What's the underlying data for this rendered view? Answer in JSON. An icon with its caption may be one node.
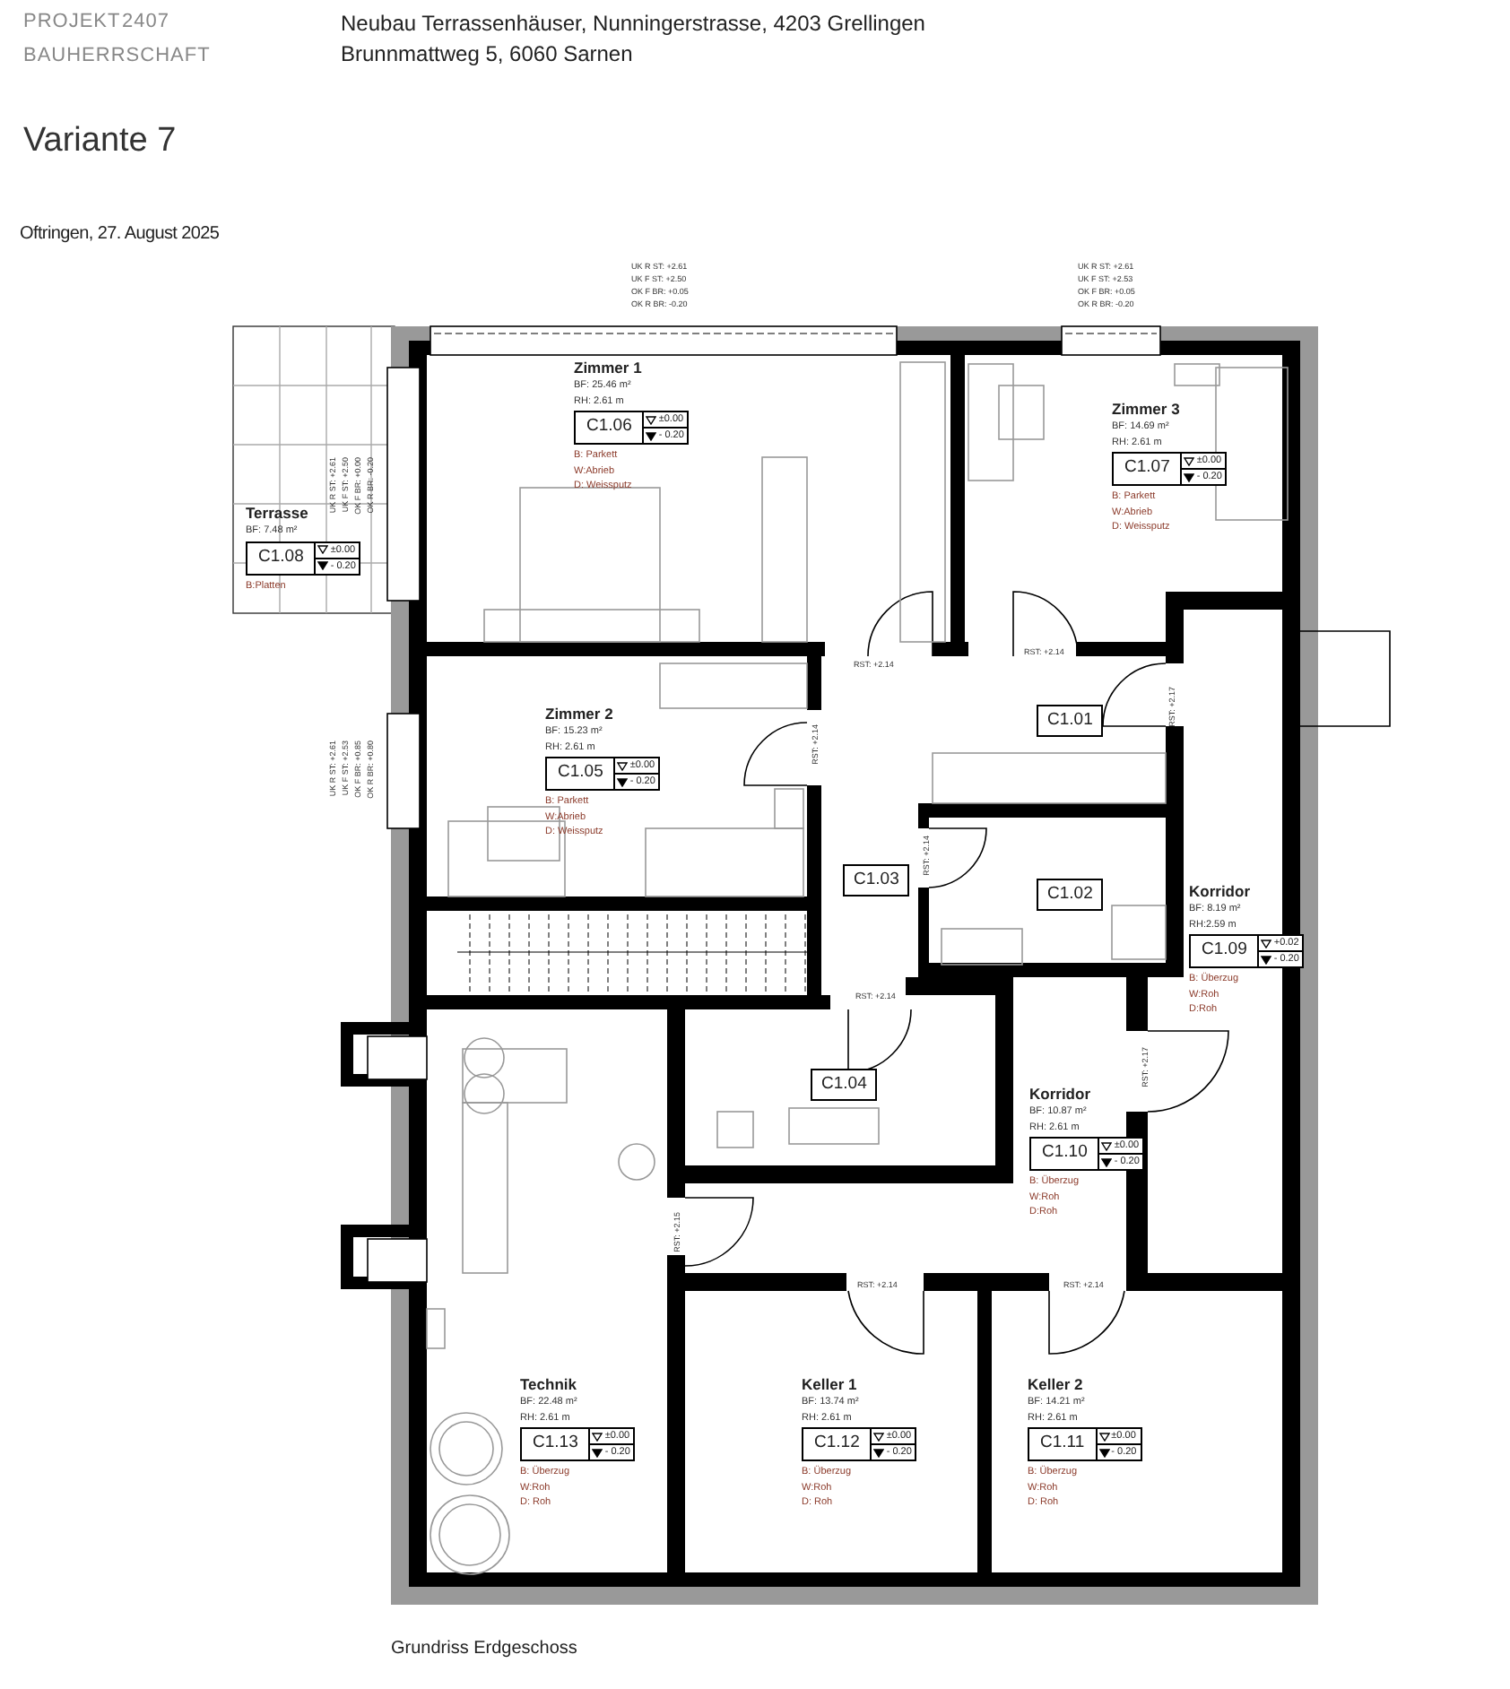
{
  "diagram": {
    "title": "Variante 7",
    "caption": "Grundriss Erdgeschoss",
    "nodes": [
      {
        "text": [
          "Zimmer 1",
          "C1.06",
          "±0.00",
          "- 0.20"
        ],
        "beside": [
          "BF: 25.46 m²",
          "RH: 2.61 m",
          "B: Parkett",
          "W:Abrieb",
          "D: Weissputz"
        ]
      },
      {
        "text": [
          "Zimmer 3",
          "C1.07",
          "±0.00",
          "- 0.20"
        ],
        "beside": [
          "BF: 14.69 m²",
          "RH: 2.61 m",
          "B: Parkett",
          "W:Abrieb",
          "D: Weissputz"
        ]
      },
      {
        "text": [
          "Terrasse",
          "C1.08",
          "±0.00",
          "- 0.20"
        ],
        "beside": [
          "BF: 7.48 m²",
          "B:Platten"
        ]
      },
      {
        "text": [
          "C1.01"
        ]
      },
      {
        "text": [
          "Zimmer 2",
          "C1.05",
          "±0.00",
          "- 0.20"
        ],
        "beside": [
          "BF: 15.23 m²",
          "RH: 2.61 m",
          "B: Parkett",
          "W:Abrieb",
          "D: Weissputz"
        ]
      },
      {
        "text": [
          "C1.03"
        ]
      },
      {
        "text": [
          "C1.02"
        ]
      },
      {
        "text": [
          "Korridor",
          "C1.09",
          "+0.02",
          "- 0.20"
        ],
        "beside": [
          "BF: 8.19 m²",
          "RH:2.59 m",
          "B: Überzug",
          "W:Roh",
          "D:Roh"
        ]
      },
      {
        "text": [
          "C1.04"
        ]
      },
      {
        "text": [
          "Korridor",
          "C1.10",
          "±0.00",
          "- 0.20"
        ],
        "beside": [
          "BF: 10.87 m²",
          "RH: 2.61 m",
          "B: Überzug",
          "W:Roh",
          "D:Roh"
        ]
      },
      {
        "text": [
          "Technik",
          "C1.13",
          "±0.00",
          "- 0.20"
        ],
        "beside": [
          "BF: 22.48 m²",
          "RH: 2.61 m",
          "B: Überzug",
          "W:Roh",
          "D: Roh"
        ]
      },
      {
        "text": [
          "Keller 1",
          "C1.12",
          "±0.00",
          "- 0.20"
        ],
        "beside": [
          "BF: 13.74 m²",
          "RH: 2.61 m",
          "B: Überzug",
          "W:Roh",
          "D: Roh"
        ]
      },
      {
        "text": [
          "Keller 2",
          "C1.11",
          "±0.00",
          "- 0.20"
        ],
        "beside": [
          "BF: 14.21 m²",
          "RH: 2.61 m",
          "B: Überzug",
          "W:Roh",
          "D: Roh"
        ]
      }
    ],
    "labels": [
      "PROJEKT",
      "2407",
      "Neubau Terrassenhäuser, Nunningerstrasse, 4203 Grellingen",
      "BAUHERRSCHAFT",
      "Brunnmattweg 5, 6060 Sarnen",
      "Oftringen, 27. August 2025",
      "UK R ST: +2.61",
      "UK F ST: +2.50",
      "OK F BR: +0.05",
      "OK R BR: -0.20",
      "UK R ST: +2.61",
      "UK F ST: +2.53",
      "OK F BR: +0.05",
      "OK R BR: -0.20",
      "UK R ST: +2.61",
      "UK F ST: +2.50",
      "OK F BR: +0.00",
      "OK R BR: -0.20",
      "RST: +2.14",
      "RST: +2.14",
      "RST: +2.17",
      "UK R ST: +2.61",
      "UK F ST: +2.53",
      "OK F BR: +0.85",
      "OK R BR: +0.80",
      "RST: +2.14",
      "RST: +2.14",
      "RST: +2.14",
      "RST: +2.17",
      "RST: +2.15",
      "RST: +2.14",
      "RST: +2.14"
    ]
  }
}
